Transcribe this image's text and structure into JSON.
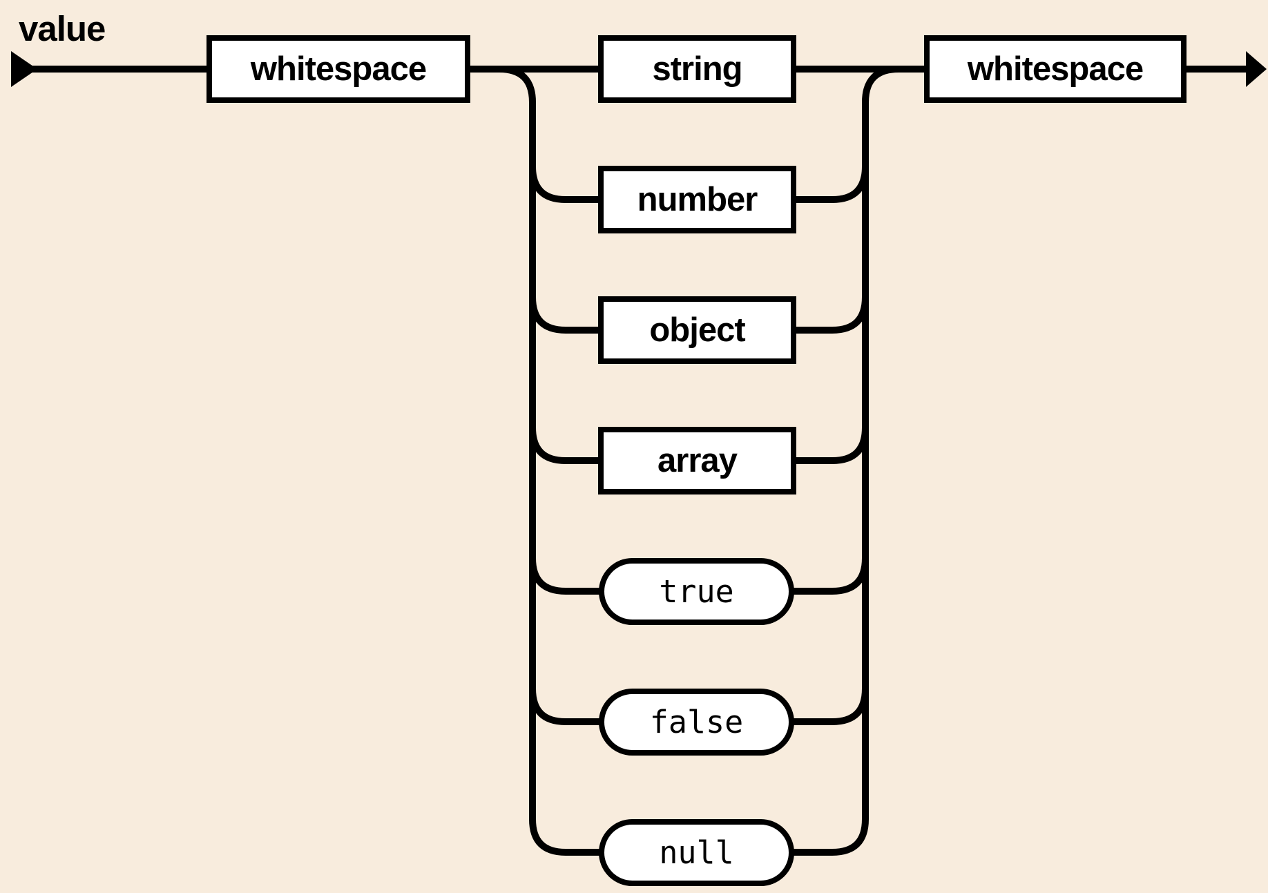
{
  "diagram": {
    "rule_name": "value",
    "diagram_type": "railroad-syntax-diagram",
    "pre": {
      "label": "whitespace",
      "kind": "non-terminal"
    },
    "choices": [
      {
        "label": "string",
        "kind": "non-terminal"
      },
      {
        "label": "number",
        "kind": "non-terminal"
      },
      {
        "label": "object",
        "kind": "non-terminal"
      },
      {
        "label": "array",
        "kind": "non-terminal"
      },
      {
        "label": "true",
        "kind": "terminal"
      },
      {
        "label": "false",
        "kind": "terminal"
      },
      {
        "label": "null",
        "kind": "terminal"
      }
    ],
    "post": {
      "label": "whitespace",
      "kind": "non-terminal"
    },
    "colors": {
      "background": "#f8ecdd",
      "node_fill": "#ffffff",
      "line": "#000000",
      "text": "#000000"
    }
  }
}
